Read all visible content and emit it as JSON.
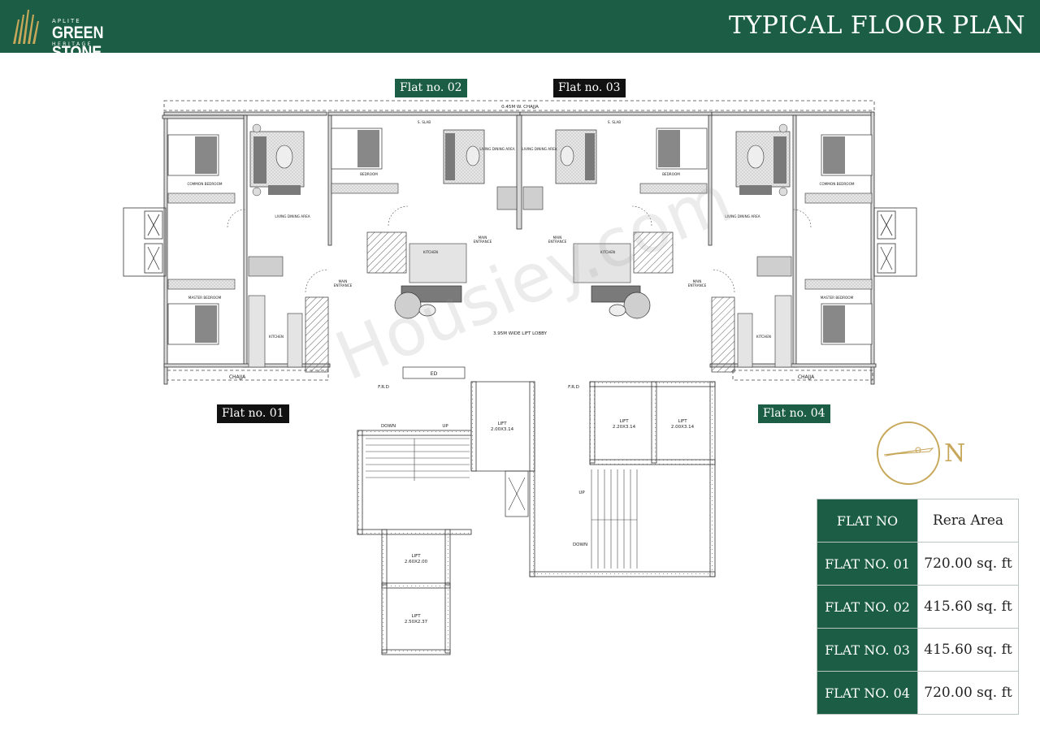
{
  "header": {
    "logo_small": "APLITE",
    "logo_main": "GREEN STONE",
    "logo_sub": "HERITAGE",
    "title": "TYPICAL FLOOR PLAN"
  },
  "flat_tags": {
    "flat01": "Flat no. 01",
    "flat02": "Flat no. 02",
    "flat03": "Flat no. 03",
    "flat04": "Flat no. 04"
  },
  "plan_labels": {
    "chajja_top": "0.45M W. CHAJJA",
    "chajja_left": "CHAJJA",
    "chajja_right": "CHAJJA",
    "lift_lobby": "3.95M WIDE LIFT LOBBY",
    "ed": "ED",
    "frd_left": "F.R.D",
    "frd_right": "F.R.D",
    "down_left": "DOWN",
    "up_left": "UP",
    "up_right": "UP",
    "down_right": "DOWN",
    "lift_a": "LIFT",
    "lift_a_size": "2.00X3.14",
    "lift_b": "LIFT",
    "lift_b_size": "2.20X3.14",
    "lift_c": "LIFT",
    "lift_c_size": "2.00X3.14",
    "lift_d": "LIFT",
    "lift_d_size": "2.60X2.00",
    "lift_e": "LIFT",
    "lift_e_size": "2.50X2.37",
    "main_entrance_1": "MAIN",
    "main_entrance_1b": "ENTRANCE",
    "main_entrance_2": "MAIN",
    "main_entrance_2b": "ENTRANCE",
    "main_entrance_3": "MAIN",
    "main_entrance_3b": "ENTRANCE",
    "main_entrance_4": "MAIN",
    "main_entrance_4b": "ENTRANCE",
    "living_1": "LIVING DINING AREA",
    "living_2": "LIVING DINING AREA",
    "living_3": "LIVING DINING AREA",
    "living_4": "LIVING DINING AREA",
    "common_bed_1": "COMMON BEDROOM",
    "common_bed_4": "COMMON BEDROOM",
    "master_bed_1": "MASTER BEDROOM",
    "master_bed_4": "MASTER BEDROOM",
    "bedroom_2": "BEDROOM",
    "bedroom_3": "BEDROOM",
    "kitchen_1": "KITCHEN",
    "kitchen_2": "KITCHEN",
    "kitchen_3": "KITCHEN",
    "kitchen_4": "KITCHEN",
    "slab_1": "S. SLAB",
    "slab_2": "S. SLAB"
  },
  "area_table": {
    "header": [
      "FLAT NO",
      "Rera Area"
    ],
    "rows": [
      [
        "FLAT NO. 01",
        "720.00 sq. ft"
      ],
      [
        "FLAT NO. 02",
        "415.60 sq. ft"
      ],
      [
        "FLAT NO. 03",
        "415.60 sq. ft"
      ],
      [
        "FLAT NO. 04",
        "720.00 sq. ft"
      ]
    ]
  },
  "compass": {
    "letter": "N",
    "color": "#c7a85a"
  },
  "watermark": "Housiey.com",
  "colors": {
    "brand_green": "#1b5e45",
    "tag_black": "#111111",
    "compass_gold": "#c7a85a"
  }
}
